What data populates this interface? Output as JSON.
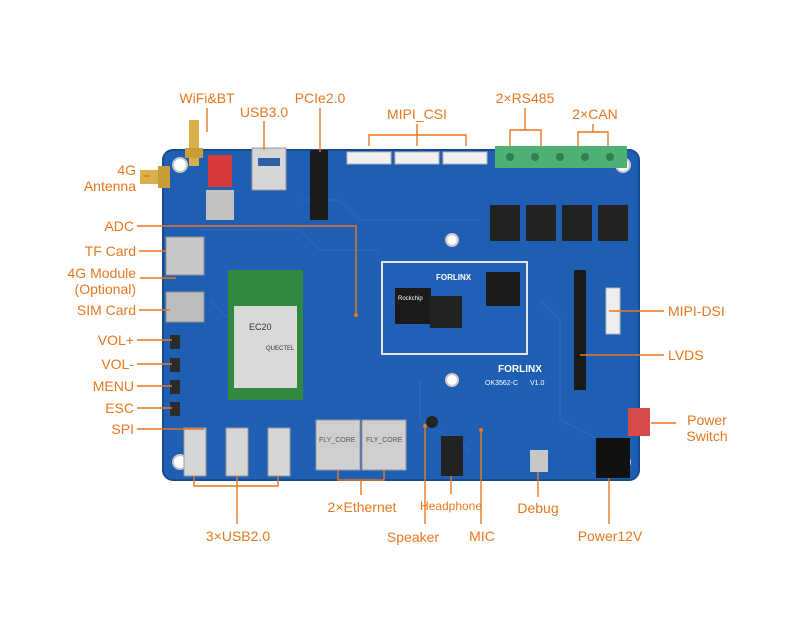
{
  "labels": {
    "wifi_bt": "WiFi&BT",
    "usb30": "USB3.0",
    "pcie20": "PCIe2.0",
    "mipi_csi": "MIPI_CSI",
    "rs485": "2×RS485",
    "can": "2×CAN",
    "antenna_line1": "4G",
    "antenna_line2": "Antenna",
    "adc": "ADC",
    "tf_card": "TF Card",
    "module_line1": "4G Module",
    "module_line2": "(Optional)",
    "sim_card": "SIM Card",
    "vol_plus": "VOL+",
    "vol_minus": "VOL-",
    "menu": "MENU",
    "esc": "ESC",
    "spi": "SPI",
    "mipi_dsi": "MIPI-DSI",
    "lvds": "LVDS",
    "power_switch_line1": "Power",
    "power_switch_line2": "Switch",
    "usb20": "3×USB2.0",
    "ethernet": "2×Ethernet",
    "headphone": "Headphone",
    "speaker": "Speaker",
    "mic": "MIC",
    "debug": "Debug",
    "power12v": "Power12V"
  },
  "board_text": {
    "brand": "FORLINX",
    "som_brand": "FORLINX",
    "model": "OK3562-C",
    "version": "V1.0",
    "module_name": "EC20",
    "module_brand": "QUECTEL",
    "eth_jack_1": "FLY_CORE",
    "eth_jack_2": "FLY_CORE",
    "soc_brand": "Rockchip"
  },
  "colors": {
    "accent": "#e8771e",
    "board": "#1f5fb3",
    "board_edge": "#164a91"
  }
}
